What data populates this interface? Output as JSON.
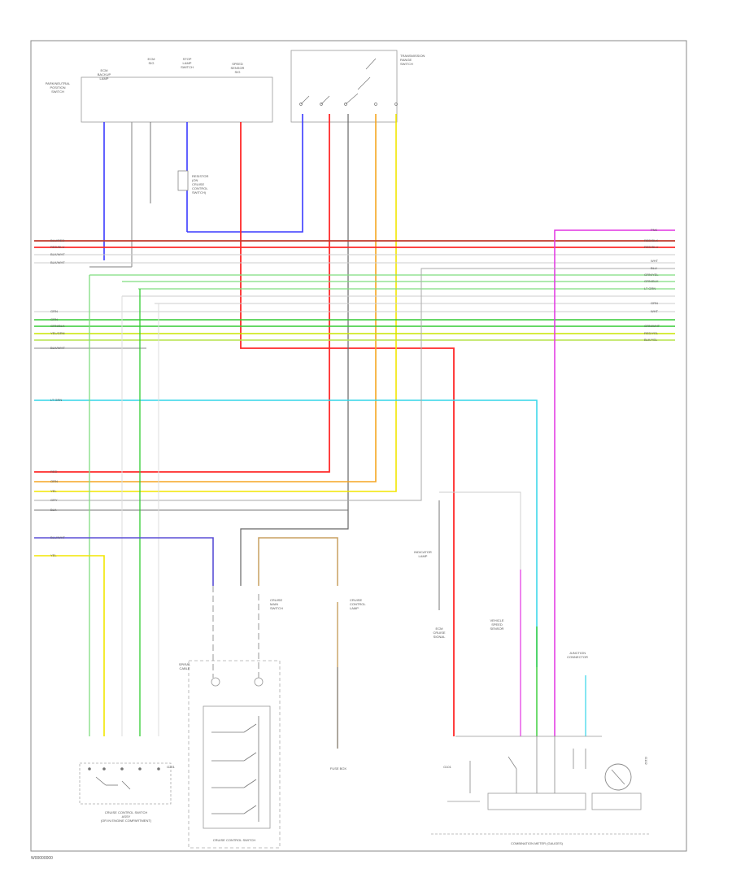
{
  "diagram": {
    "title": "",
    "document_id": "W00000000",
    "components": {
      "trans_range_switch": "TRANSMISSION\nRANGE\nSWITCH",
      "cruise_control_switch": "CRUISE CONTROL SWITCH",
      "cruise_control_switch_assy": "CRUISE CONTROL SWITCH\nASSY\n(OR IN ENGINE COMPARTMENT)",
      "combination_meter": "COMBINATION METER (GAUGES)",
      "fuse_box": "FUSE BOX",
      "module_labels": [
        "PARK/NEUTRAL\nPOSITION\nSWITCH",
        "ECM\nBACKUP\nLAMP",
        "ECM\nSIG",
        "STOP\nLAMP\nSWITCH",
        "SPEED\nSENSOR\nSIG"
      ],
      "spiral_cable": "SPIRAL\nCABLE",
      "cruise_main_sw": "CRUISE\nMAIN\nSWITCH",
      "cc_lamp": "CRUISE\nCONTROL\nLAMP",
      "indicator_lamp": "INDICATOR\nLAMP",
      "ecm_node": "ECM\nCRUISE\nSIGNAL",
      "vehicle_speed": "VEHICLE\nSPEED\nSENSOR",
      "ground_a": "G101",
      "ground_b": "G102",
      "ground_c": "G201",
      "resistor": "RESISTOR\n(ON\nCRUISE\nCONTROL\nSWITCH)",
      "connector_junction": "JUNCTION\nCONNECTOR"
    },
    "wire_colors": {
      "blue": "#3a3aff",
      "red": "#ff2a2a",
      "dark_red": "#c0392b",
      "gray": "#7f8c8d",
      "black": "#555555",
      "green": "#33cc33",
      "light_green": "#7fdd7f",
      "yellow": "#f2e600",
      "orange": "#f5a623",
      "cyan": "#33d6e8",
      "magenta": "#e233e2",
      "white": "#cccccc",
      "violet": "#5a4fd6",
      "tan": "#c8a060"
    },
    "bus_labels_left": [
      "BLU/RED",
      "RED/BLU",
      "BLK/WHT",
      "BLK/WHT",
      "GRN",
      "GRN",
      "GRN/BLK",
      "YEL/GRN",
      "BLK/WHT",
      "LT GRN",
      "RED",
      "ORN",
      "YEL",
      "GRY",
      "BLK",
      "BLU/WHT",
      "YEL"
    ],
    "bus_labels_right": [
      "PNK",
      "RED/BLK",
      "RED/BLU",
      "WHT",
      "BLU",
      "GRN/YEL",
      "GRN/BLK",
      "LT GRN",
      "GRN",
      "WHT",
      "GRN/WHT",
      "RED/YEL",
      "BLK/YEL"
    ]
  }
}
